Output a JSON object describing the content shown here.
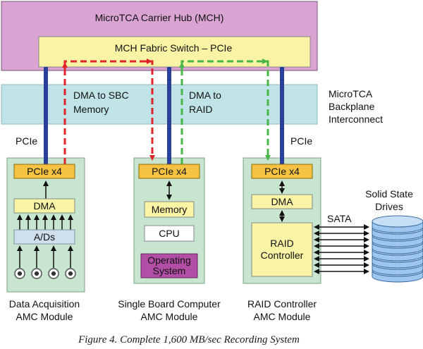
{
  "mch": {
    "title": "MicroTCA Carrier Hub (MCH)",
    "switch_label": "MCH Fabric Switch – PCIe"
  },
  "backplane": {
    "label_lines": [
      "MicroTCA",
      "Backplane",
      "Interconnect"
    ]
  },
  "flows": {
    "dma_sbc": [
      "DMA to SBC",
      "Memory"
    ],
    "dma_raid": [
      "DMA to",
      "RAID"
    ]
  },
  "links": {
    "pcie_left": "PCIe",
    "pcie_right": "PCIe"
  },
  "modules": {
    "daq": {
      "pcie": "PCIe x4",
      "dma": "DMA",
      "adc": "A/Ds",
      "caption": [
        "Data Acquisition",
        "AMC Module"
      ]
    },
    "sbc": {
      "pcie": "PCIe x4",
      "memory": "Memory",
      "cpu": "CPU",
      "os": [
        "Operating",
        "System"
      ],
      "caption": [
        "Single Board Computer",
        "AMC Module"
      ]
    },
    "raid": {
      "pcie": "PCIe x4",
      "dma": "DMA",
      "controller": [
        "RAID",
        "Controller"
      ],
      "caption": [
        "RAID Controller",
        "AMC Module"
      ]
    }
  },
  "sata_label": "SATA",
  "drives_label": [
    "Solid State",
    "Drives"
  ],
  "figure_caption": "Figure 4. Complete 1,600 MB/sec Recording System",
  "colors": {
    "mch": "#d9a3d2",
    "switch": "#f9f3a6",
    "backplane": "#bfe3e6",
    "module": "#c8e6cf",
    "pcie_box": "#f5c242",
    "dma_box": "#f9f3a6",
    "adc_box": "#cfe0ec",
    "os_box": "#b24ea6",
    "link_blue": "#2a3f9a",
    "dashed_red": "#e0242c",
    "dashed_green": "#49b649",
    "disk": "#9ec7ef"
  }
}
